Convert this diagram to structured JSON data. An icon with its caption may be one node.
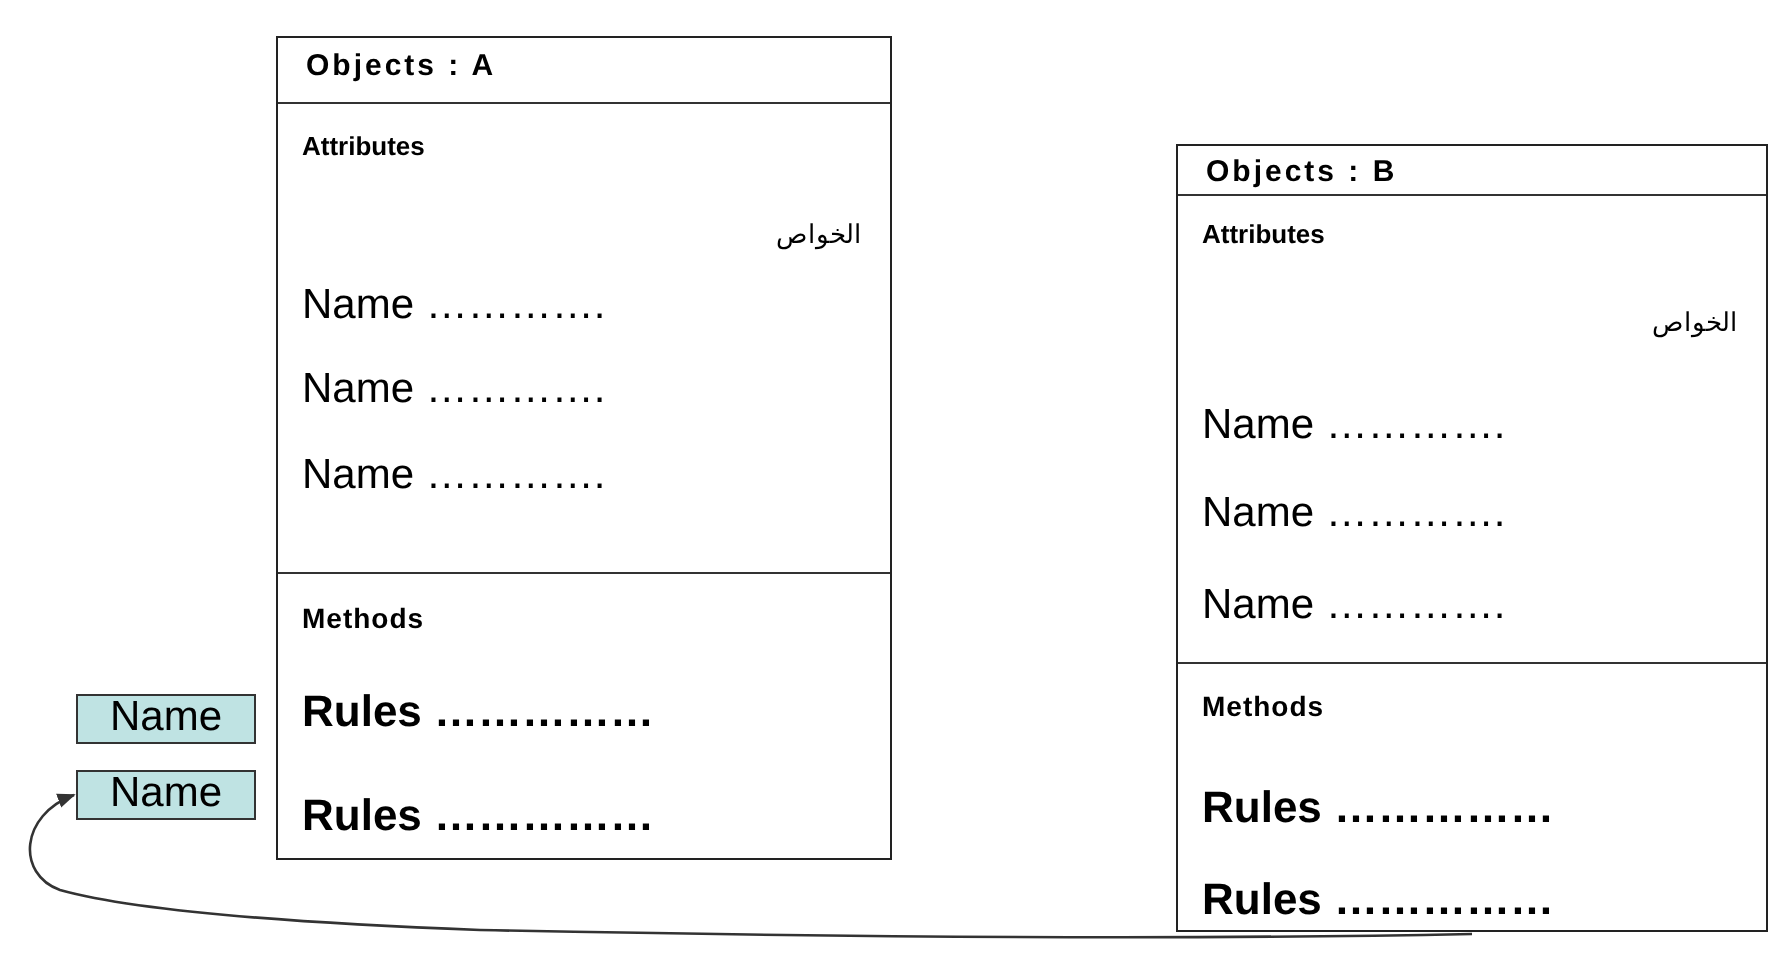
{
  "diagram": {
    "nodes": [
      {
        "text": [
          "Objects : A",
          "Attributes",
          "الخواص",
          "Name ………….",
          "Name ………….",
          "Name ………….",
          "Methods",
          "Rules ……………",
          "Rules ……………"
        ]
      },
      {
        "text": [
          "Name"
        ]
      },
      {
        "text": [
          "Name"
        ]
      },
      {
        "text": [
          "Objects : B",
          "Attributes",
          "الخواص",
          "Name ………….",
          "Name ………….",
          "Name ………….",
          "Methods",
          "Rules ……………",
          "Rules ……………"
        ]
      }
    ],
    "edges": [
      {
        "from": 3,
        "to": 2,
        "arrow": "to"
      }
    ]
  }
}
